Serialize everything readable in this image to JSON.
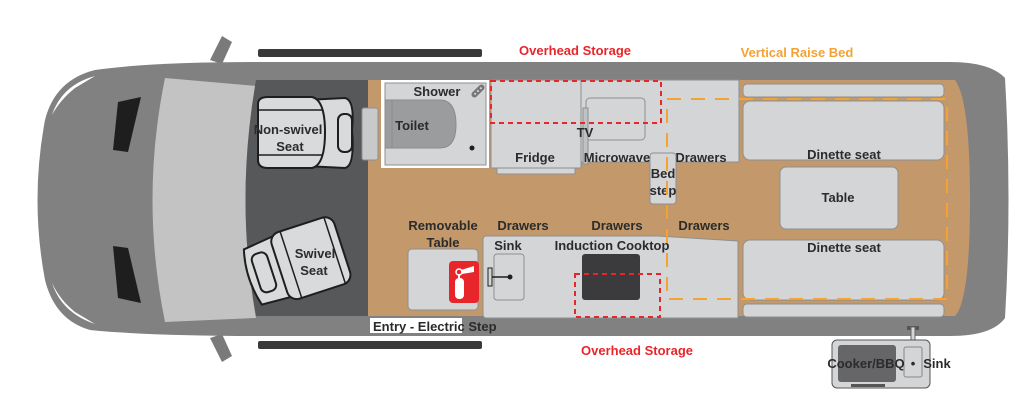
{
  "title": "Campervan Floor Plan",
  "colors": {
    "body": "#818181",
    "floor": "#c3996b",
    "cab_floor": "#57585a",
    "cabinet": "#d4d5d7",
    "overhead_storage": "#e8252a",
    "raise_bed": "#f4a233",
    "appliance_dark": "#3b3b3d"
  },
  "annotations": {
    "overhead_storage_top": "Overhead Storage",
    "overhead_storage_bottom": "Overhead Storage",
    "vertical_raise_bed": "Vertical Raise Bed"
  },
  "cab": {
    "front_seat_left": "Non-swivel",
    "front_seat_left_2": "Seat",
    "front_seat_right": "Swivel",
    "front_seat_right_2": "Seat"
  },
  "zones": {
    "shower": "Shower",
    "toilet": "Toilet",
    "fridge": "Fridge",
    "tv": "TV",
    "microwave": "Microwave",
    "drawers_top": "Drawers",
    "bed_step_1": "Bed",
    "bed_step_2": "step",
    "dinette_seat_top": "Dinette seat",
    "table": "Table",
    "dinette_seat_bottom": "Dinette seat",
    "removable_table_1": "Removable",
    "removable_table_2": "Table",
    "drawers_1": "Drawers",
    "drawers_2": "Drawers",
    "drawers_3": "Drawers",
    "sink": "Sink",
    "induction_cooktop": "Induction Cooktop",
    "entry": "Entry - Electric Step"
  },
  "exterior": {
    "cooker_bbq": "Cooker/BBQ",
    "separator": "•",
    "outdoor_sink": "Sink"
  },
  "icons": {
    "fire_extinguisher": "fire-extinguisher-icon"
  }
}
